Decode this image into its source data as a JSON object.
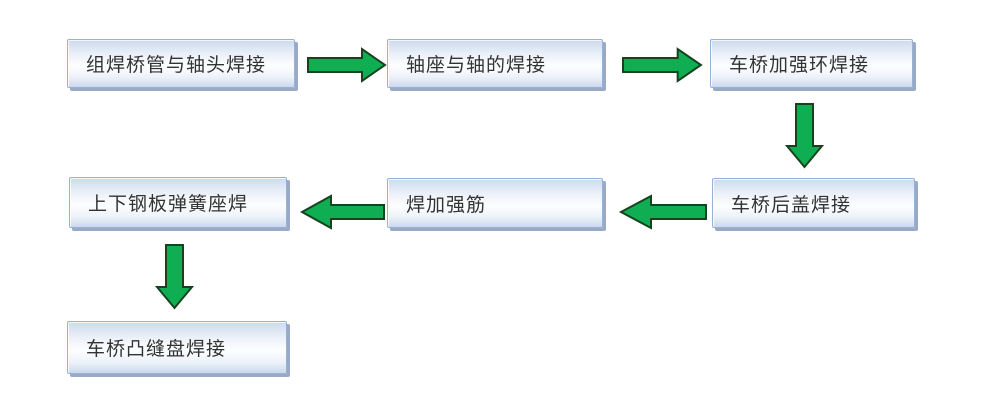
{
  "diagram": {
    "type": "flowchart",
    "nodes": [
      {
        "id": "n1",
        "label": "组焊桥管与轴头焊接"
      },
      {
        "id": "n2",
        "label": "轴座与轴的焊接"
      },
      {
        "id": "n3",
        "label": "车桥加强环焊接"
      },
      {
        "id": "n4",
        "label": "车桥后盖焊接"
      },
      {
        "id": "n5",
        "label": "焊加强筋"
      },
      {
        "id": "n6",
        "label": "上下钢板弹簧座焊"
      },
      {
        "id": "n7",
        "label": "车桥凸缝盘焊接"
      }
    ],
    "edges": [
      {
        "from": "n1",
        "to": "n2",
        "direction": "right"
      },
      {
        "from": "n2",
        "to": "n3",
        "direction": "right"
      },
      {
        "from": "n3",
        "to": "n4",
        "direction": "down"
      },
      {
        "from": "n4",
        "to": "n5",
        "direction": "left"
      },
      {
        "from": "n5",
        "to": "n6",
        "direction": "left"
      },
      {
        "from": "n6",
        "to": "n7",
        "direction": "down"
      }
    ]
  },
  "colors": {
    "background": "#ffffff",
    "text": "#333333",
    "box_border": "#96b3d7",
    "box_shadow": "#9aa9c4",
    "box_grad_top": "#cdd9ec",
    "box_grad_mid": "#fdfeff",
    "box_grad_bottom": "#cbd9ec",
    "arrow_fill": "#0fae53",
    "arrow_stroke": "#17421f"
  }
}
